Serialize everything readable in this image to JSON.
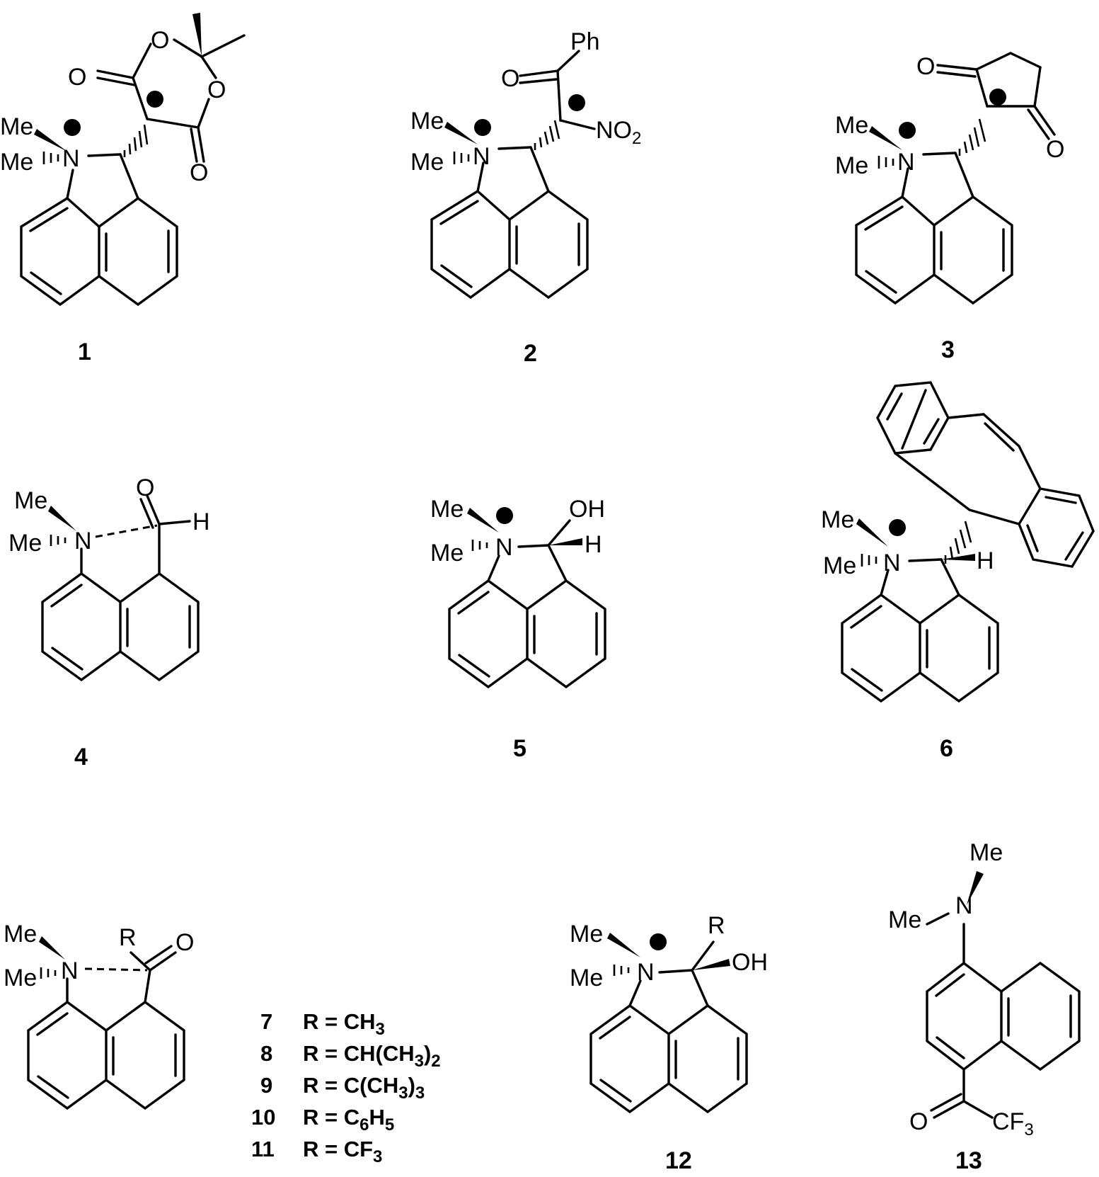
{
  "compounds": [
    {
      "id": "c1",
      "label": "1"
    },
    {
      "id": "c2",
      "label": "2"
    },
    {
      "id": "c3",
      "label": "3"
    },
    {
      "id": "c4",
      "label": "4"
    },
    {
      "id": "c5",
      "label": "5"
    },
    {
      "id": "c6",
      "label": "6"
    },
    {
      "id": "c7",
      "label": "12"
    },
    {
      "id": "c8",
      "label": "13"
    }
  ],
  "atoms": {
    "N": "N",
    "Me": "Me",
    "O": "O",
    "H": "H",
    "Ph": "Ph",
    "OH": "OH",
    "R": "R",
    "NO": "NO",
    "two": "2",
    "CF": "CF",
    "three": "3"
  },
  "r_series": [
    {
      "num": "7",
      "pre": "R = CH",
      "s1": "3",
      "mid": "",
      "s2": "",
      "post": ""
    },
    {
      "num": "8",
      "pre": "R = CH(CH",
      "s1": "3",
      "mid": ")",
      "s2": "2",
      "post": ""
    },
    {
      "num": "9",
      "pre": "R = C(CH",
      "s1": "3",
      "mid": ")",
      "s2": "3",
      "post": ""
    },
    {
      "num": "10",
      "pre": "R = C",
      "s1": "6",
      "mid": "H",
      "s2": "5",
      "post": ""
    },
    {
      "num": "11",
      "pre": "R = CF",
      "s1": "3",
      "mid": "",
      "s2": "",
      "post": ""
    }
  ]
}
